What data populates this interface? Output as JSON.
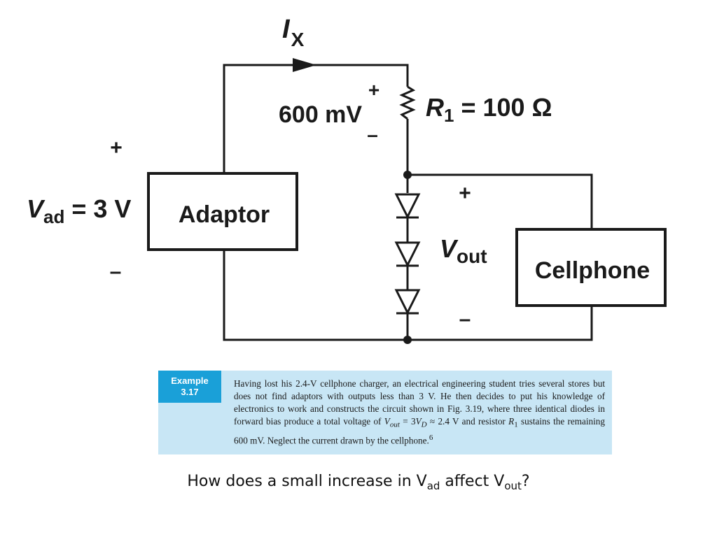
{
  "circuit": {
    "current_label": {
      "main": "I",
      "sub": "X"
    },
    "source_voltage": {
      "main": "V",
      "sub": "ad",
      "rest": " = 3 V"
    },
    "plus_sign": "+",
    "minus_sign": "–",
    "adaptor_label": "Adaptor",
    "resistor_label": {
      "main": "R",
      "sub": "1",
      "rest": " = 100 Ω"
    },
    "resistor_drop": "600 mV",
    "output_voltage": {
      "main": "V",
      "sub": "out"
    },
    "cellphone_label": "Cellphone"
  },
  "example": {
    "badge_line1": "Example",
    "badge_line2": "3.17",
    "text_part1": "Having lost his 2.4-V cellphone charger, an electrical engineering student tries several stores but does not find adaptors with outputs less than 3 V. He then decides to put his knowledge of electronics to work and constructs the circuit shown in Fig. 3.19, where three identical diodes in forward bias produce a total voltage of ",
    "formula_v": "V",
    "formula_vsub": "out",
    "formula_eq": " = 3",
    "formula_vd": "V",
    "formula_vdsub": "D",
    "formula_rest": " ≈ 2.4 V and resistor ",
    "formula_r": "R",
    "formula_rsub": "1",
    "text_part2": " sustains the remaining 600 mV. Neglect the current drawn by the cellphone.",
    "footnote": "6"
  },
  "question": {
    "part1": "How does a small increase in V",
    "sub1": "ad",
    "part2": " affect V",
    "sub2": "out",
    "part3": "?"
  }
}
